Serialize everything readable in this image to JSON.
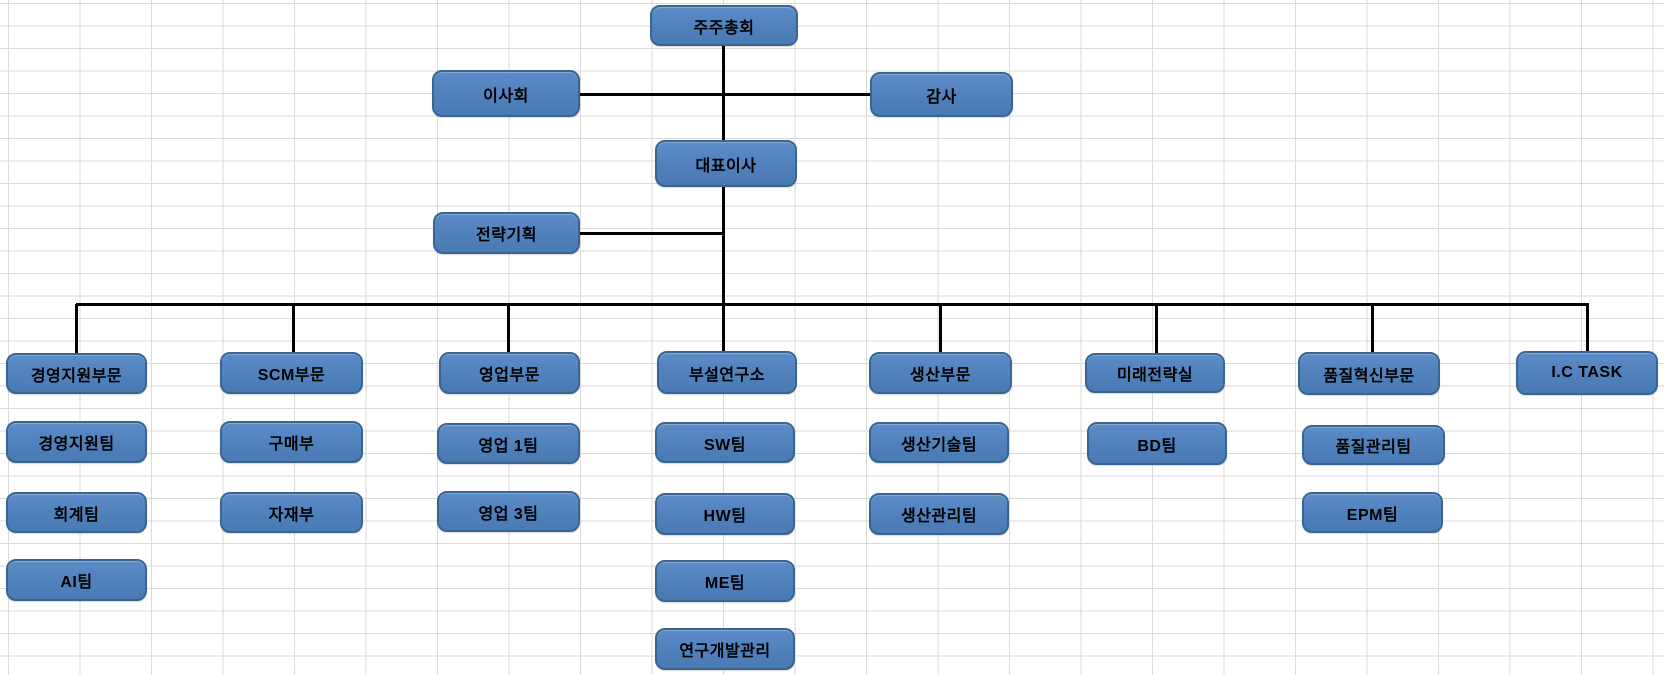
{
  "style": {
    "background": "#ffffff",
    "gridline": "#dadada",
    "node_fill": "#4f81bd",
    "node_fill_top": "#5d8cc7",
    "node_border": "#3a6492",
    "connector": "#000000",
    "text": "#000000"
  },
  "org": {
    "top": {
      "label": "주주총회"
    },
    "governance": {
      "board": {
        "label": "이사회"
      },
      "auditor": {
        "label": "감사"
      }
    },
    "ceo": {
      "label": "대표이사"
    },
    "staff": {
      "label": "전략기획"
    },
    "departments": [
      {
        "label": "경영지원부문",
        "teams": [
          "경영지원팀",
          "회계팀",
          "AI팀"
        ]
      },
      {
        "label": "SCM부문",
        "teams": [
          "구매부",
          "자재부"
        ]
      },
      {
        "label": "영업부문",
        "teams": [
          "영업 1팀",
          "영업 3팀"
        ]
      },
      {
        "label": "부설연구소",
        "teams": [
          "SW팀",
          "HW팀",
          "ME팀",
          "연구개발관리"
        ]
      },
      {
        "label": "생산부문",
        "teams": [
          "생산기술팀",
          "생산관리팀"
        ]
      },
      {
        "label": "미래전략실",
        "teams": [
          "BD팀"
        ]
      },
      {
        "label": "품질혁신부문",
        "teams": [
          "품질관리팀",
          "EPM팀"
        ]
      },
      {
        "label": "I.C TASK",
        "teams": []
      }
    ]
  }
}
